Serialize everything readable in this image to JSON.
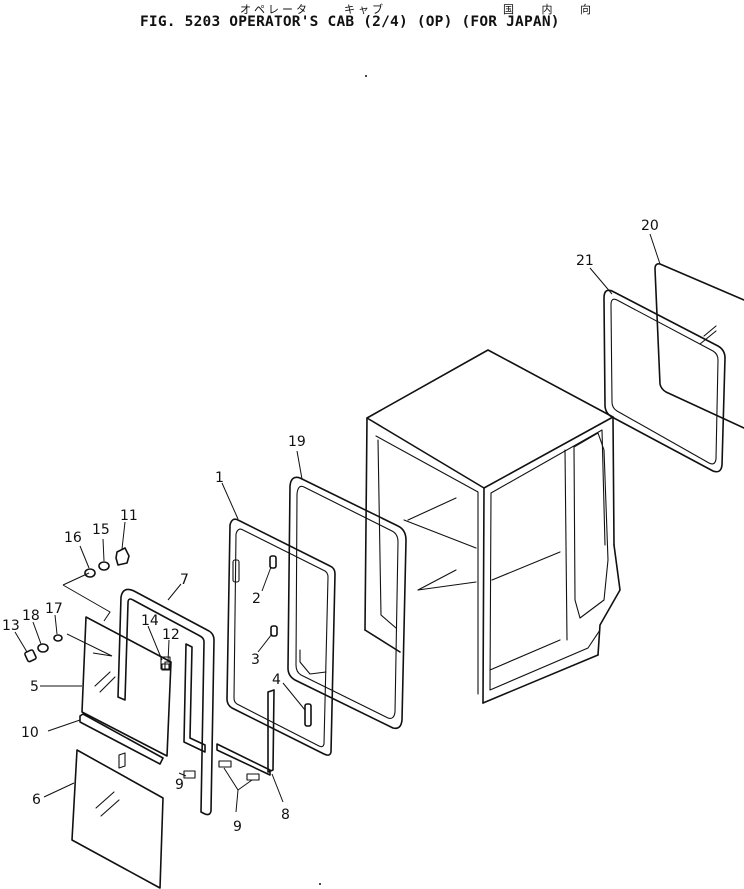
{
  "header": {
    "jp_operator": "オペレータ",
    "jp_cab": "キャブ",
    "jp_domestic": "国 内 向",
    "figure_title": "FIG. 5203  OPERATOR'S CAB (2/4) (OP) (FOR JAPAN)"
  },
  "callouts": {
    "c1": "1",
    "c2": "2",
    "c3": "3",
    "c4": "4",
    "c5": "5",
    "c6": "6",
    "c7": "7",
    "c8": "8",
    "c9a": "9",
    "c9b": "9",
    "c10": "10",
    "c11": "11",
    "c12": "12",
    "c13": "13",
    "c14": "14",
    "c15": "15",
    "c16": "16",
    "c17": "17",
    "c18": "18",
    "c19": "19",
    "c20": "20",
    "c21": "21"
  }
}
